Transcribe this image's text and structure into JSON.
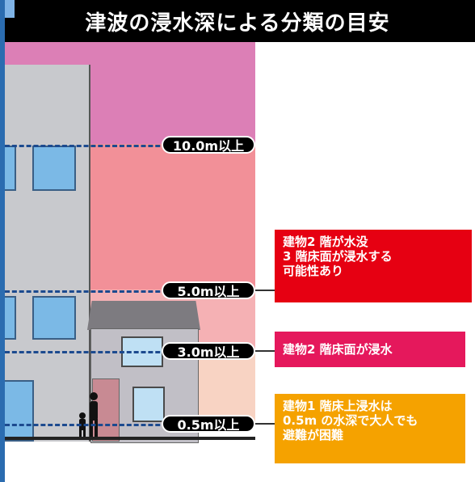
{
  "title": "津波の浸水深による分類の目安",
  "levels": [
    {
      "label": "10.0m以上"
    },
    {
      "label": "5.0m以上"
    },
    {
      "label": "3.0m以上"
    },
    {
      "label": "0.5m以上"
    }
  ],
  "notes": {
    "level_5": {
      "lines": [
        "建物2 階が水没",
        "3 階床面が浸水する",
        "可能性あり"
      ],
      "color": "#e60012"
    },
    "level_3": {
      "lines": [
        "建物2 階床面が浸水"
      ],
      "color": "#e5185c"
    },
    "level_05": {
      "lines": [
        "建物1 階床上浸水は",
        "0.5m の水深で大人でも",
        "避難が困難"
      ],
      "color": "#f5a200"
    }
  },
  "colors": {
    "band_top": "#dc7fb6",
    "band_upper_mid": "#f29098",
    "band_lower_mid": "#f5b1b4",
    "band_bottom": "#f8d3c3",
    "dashed_line": "#1c4a8f"
  }
}
